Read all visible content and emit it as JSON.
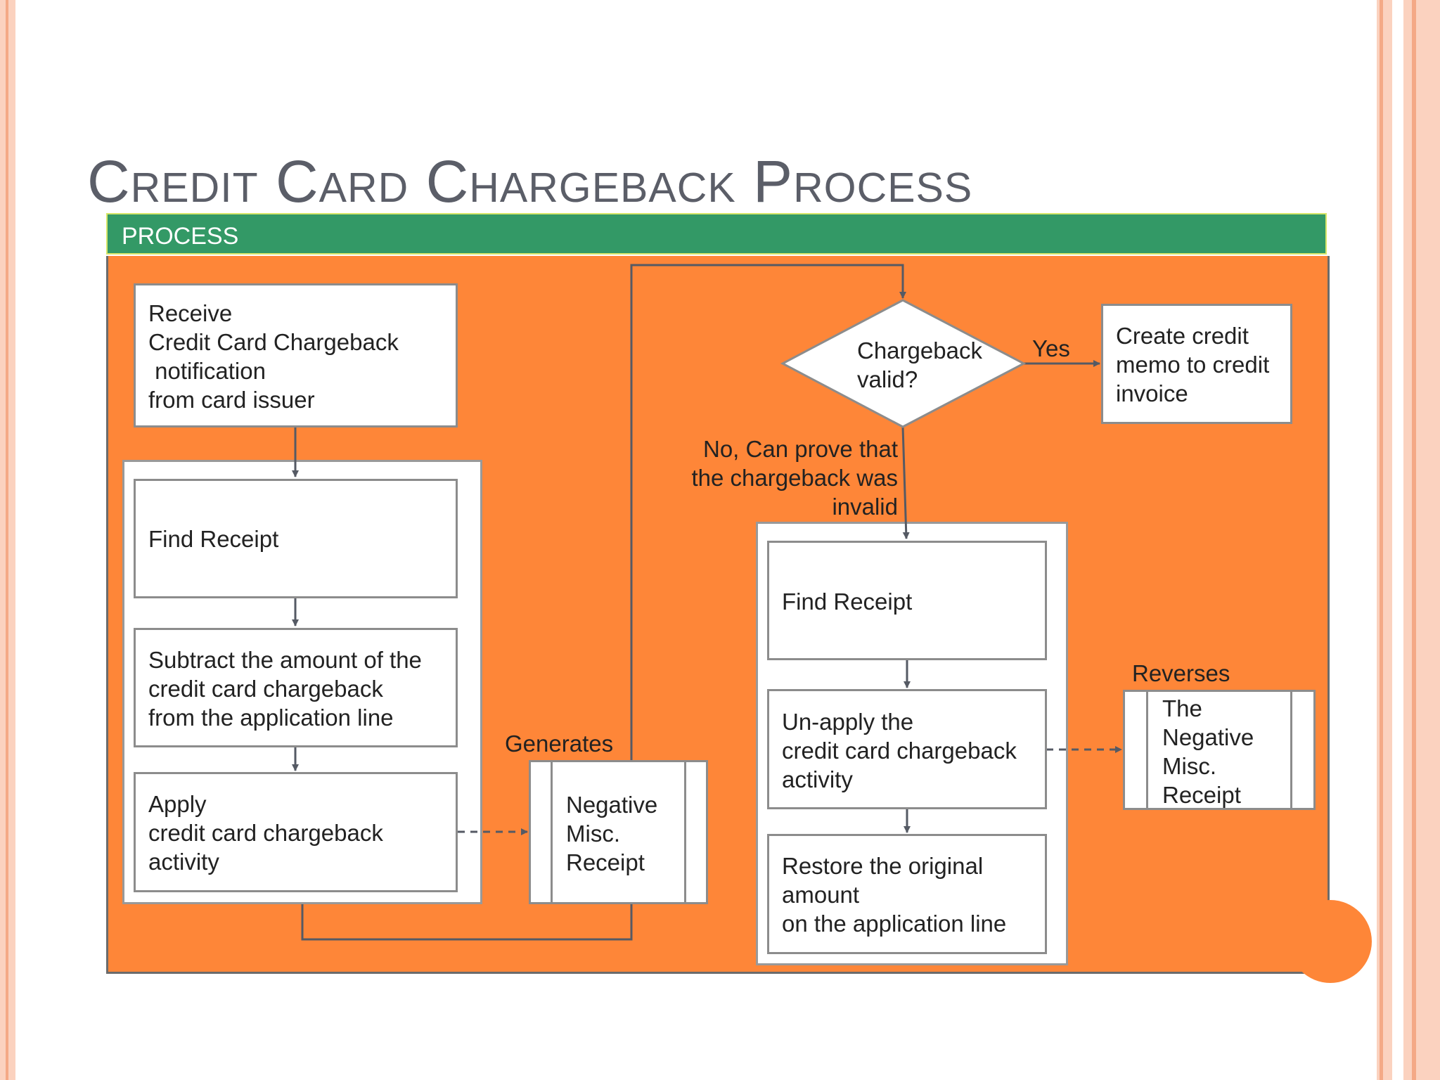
{
  "title": "Credit Card Chargeback Process",
  "band_label": "PROCESS",
  "colors": {
    "band": "#339966",
    "background": "#fe8638",
    "node_fill": "#ffffff",
    "node_border": "#8c8c8c",
    "connector": "#555a64",
    "title_text": "#5b5e68",
    "edge_stripe": "#f7b89a"
  },
  "nodes": {
    "receive": "Receive\nCredit Card Chargeback\n notification\nfrom card issuer",
    "find_receipt_left": "Find Receipt",
    "subtract": "Subtract the amount of the\ncredit card chargeback\nfrom the application line",
    "apply": "Apply\ncredit card chargeback\nactivity",
    "negative_misc": "Negative\nMisc.\nReceipt",
    "decision": "Chargeback\nvalid?",
    "credit_memo": "Create credit\nmemo to credit\ninvoice",
    "find_receipt_right": "Find Receipt",
    "unapply": "Un-apply the\ncredit card chargeback\nactivity",
    "restore": "Restore the original\namount\non the application line",
    "the_negative_misc": "The\nNegative\nMisc.\nReceipt"
  },
  "edge_labels": {
    "generates": "Generates",
    "yes": "Yes",
    "no": "No, Can prove that\nthe chargeback was\ninvalid",
    "reverses": "Reverses"
  }
}
